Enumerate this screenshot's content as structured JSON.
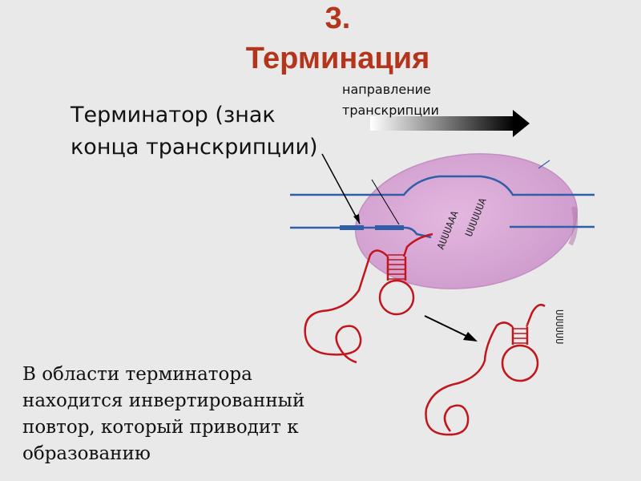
{
  "slide": {
    "number": "3.",
    "title": "Терминация",
    "terminator_label": "Терминатор (знак конца транскрипции)",
    "direction_label": "направление транскрипции",
    "body_text": "В области терминатора находится инвертированный повтор, который приводит к образованию"
  },
  "diagram": {
    "upper_sequence": "UUUUUUA",
    "lower_sequence": "AUUUAAA",
    "released_tail": "UUUUUU",
    "colors": {
      "title": "#b5341c",
      "polymerase": "#e0b0dc",
      "dna": "#2f5fa8",
      "rna": "#c0161c"
    }
  }
}
